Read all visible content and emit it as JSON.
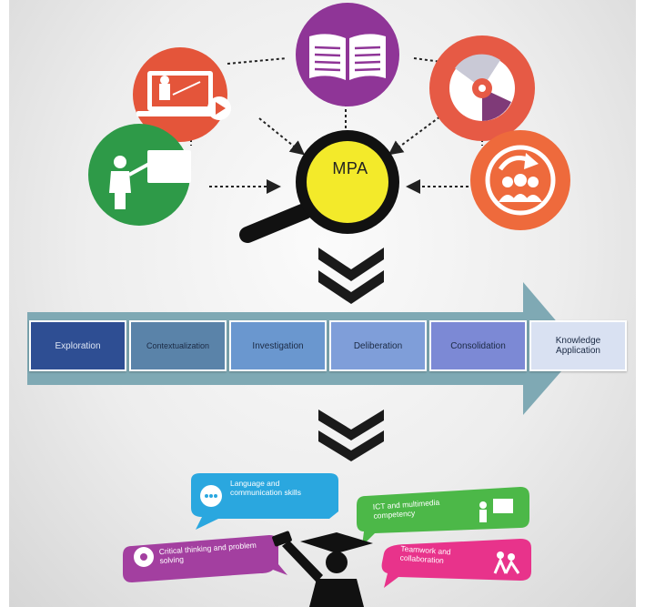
{
  "center_label": "MPA",
  "stages": [
    "Exploration",
    "Contextualization",
    "Investigation",
    "Deliberation",
    "Consolidation",
    "Knowledge Application"
  ],
  "skills": {
    "language": "Language and communication skills",
    "ict": "ICT and multimedia competency",
    "critical": "Critical thinking and problem solving",
    "teamwork": "Teamwork and collaboration"
  },
  "icons": [
    "classroom-screen-icon",
    "book-icon",
    "disc-icon",
    "teacher-board-icon",
    "group-share-icon",
    "magnifier-icon",
    "speech-bubble-icon",
    "head-gear-icon",
    "presenter-icon",
    "teamwork-icon",
    "graduate-icon"
  ],
  "colors": {
    "red": "#e4553a",
    "purple": "#8f3597",
    "orange": "#ee6a3c",
    "green": "#2e9a48",
    "yellow": "#f3ea2a",
    "arrow": "#7fa9b4",
    "skill_blue": "#2aa7df",
    "skill_green": "#4cb848",
    "skill_purple": "#a33fa0",
    "skill_pink": "#e8338b"
  }
}
